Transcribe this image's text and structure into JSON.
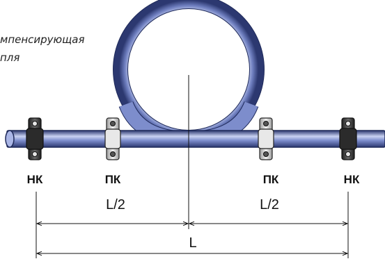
{
  "caption": {
    "line1": "мпенсирующая",
    "line2": "пля"
  },
  "supports": {
    "fixed_left": "НК",
    "sliding_left": "ПК",
    "sliding_right": "ПК",
    "fixed_right": "НК"
  },
  "dimensions": {
    "half_left": "L/2",
    "half_right": "L/2",
    "total": "L"
  },
  "colors": {
    "pipe": "#6f7fc0",
    "pipe_dark": "#2c3870",
    "pipe_light": "#c9d2f2",
    "clamp_fixed": "#3a3a3a",
    "clamp_sliding": "#d8d8d8"
  }
}
